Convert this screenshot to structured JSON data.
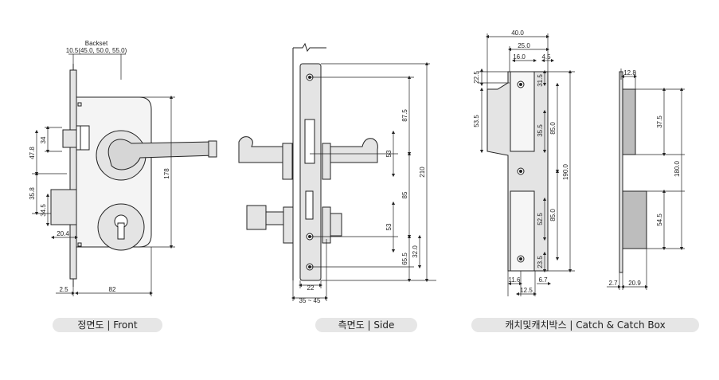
{
  "front": {
    "caption": "정면도 | Front",
    "backset_title": "Backset",
    "backset_values": "10.5(45.0, 50.0, 55.0)",
    "dim_34": "34",
    "dim_47_8": "47.8",
    "dim_35_8": "35.8",
    "dim_34_5": "34.5",
    "dim_20_4": "20.4",
    "dim_178": "178",
    "dim_2_5": "2.5",
    "dim_82": "82"
  },
  "side": {
    "caption": "측면도 | Side",
    "dim_87_5": "87.5",
    "dim_53_top": "53",
    "dim_85": "85",
    "dim_210": "210",
    "dim_53_bottom": "53",
    "dim_65_5": "65.5",
    "dim_32_0": "32.0",
    "dim_22": "22",
    "dim_35_45": "35 ~ 45"
  },
  "catch": {
    "caption": "캐치및캐치박스 | Catch & Catch Box",
    "dim_40_0": "40.0",
    "dim_25_0": "25.0",
    "dim_16_0": "16.0",
    "dim_4_5": "4.5",
    "dim_22_5": "22.5",
    "dim_53_5": "53.5",
    "dim_31_5": "31.5",
    "dim_35_5": "35.5",
    "dim_85_0_top": "85.0",
    "dim_190_0": "190.0",
    "dim_52_5": "52.5",
    "dim_85_0_bottom": "85.0",
    "dim_23_5": "23.5",
    "dim_11_6": "11.6",
    "dim_6_7": "6.7",
    "dim_12_5": "12.5"
  },
  "box": {
    "dim_12_8": "12.8",
    "dim_37_5": "37.5",
    "dim_180_0": "180.0",
    "dim_54_5": "54.5",
    "dim_2_7": "2.7",
    "dim_20_9": "20.9"
  },
  "colors": {
    "line": "#222222",
    "fill": "#e4e4e4",
    "dark": "#bdbdbd",
    "caption_bg": "#e6e6e6"
  }
}
